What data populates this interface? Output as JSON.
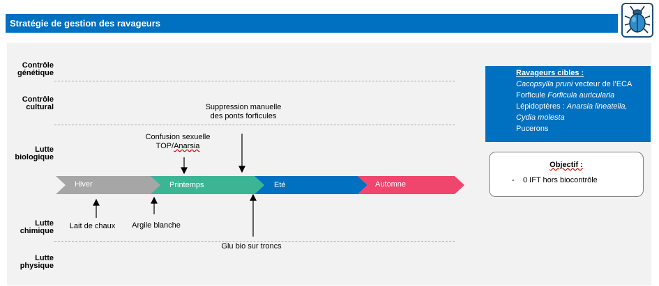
{
  "header": {
    "title": "Stratégie de gestion des ravageurs"
  },
  "logo": {
    "icon": "beetle-icon"
  },
  "rows": [
    {
      "line1": "Contrôle",
      "line2": "génétique"
    },
    {
      "line1": "Contrôle",
      "line2": "cultural"
    },
    {
      "line1": "Lutte",
      "line2": "biologique"
    },
    {
      "line1": "Lutte",
      "line2": "chimique"
    },
    {
      "line1": "Lutte",
      "line2": "physique"
    }
  ],
  "seasons": [
    {
      "label": "Hiver",
      "color": "#a6a6a6"
    },
    {
      "label": "Printemps",
      "color": "#3cb594"
    },
    {
      "label": "Eté",
      "color": "#0070c0"
    },
    {
      "label": "Automne",
      "color": "#f0466e"
    }
  ],
  "notes": {
    "suppression_line1": "Suppression manuelle",
    "suppression_line2": "des ponts forficules",
    "confusion_line1": "Confusion sexuelle",
    "confusion_line2_a": "TOP/",
    "confusion_line2_b": "Anarsia",
    "lait": "Lait de chaux",
    "argile": "Argile blanche",
    "glu": "Glu bio sur troncs"
  },
  "targets": {
    "title": "Ravageurs cibles :",
    "l1_italic": "Cacopsylla pruni",
    "l1_rest": " vecteur de l’ECA",
    "l2_a": "Forficule ",
    "l2_italic": "Forficula auricularia",
    "l3_a": "Lépidoptères : ",
    "l3_italic": "Anarsia lineatella,",
    "l4_italic": "Cydia molesta",
    "l5": "Pucerons"
  },
  "objective": {
    "title": "Objectif :",
    "bullet": "-",
    "item": "0 IFT hors biocontrôle"
  }
}
